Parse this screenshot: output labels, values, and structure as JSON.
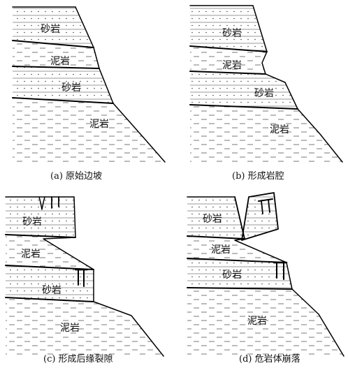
{
  "panels": [
    {
      "id": "a",
      "caption": "(a)  原始边坡",
      "labels": [
        "砂岩",
        "泥岩",
        "砂岩",
        "泥岩"
      ]
    },
    {
      "id": "b",
      "caption": "(b)  形成岩腔",
      "labels": [
        "砂岩",
        "泥岩",
        "砂岩",
        "泥岩"
      ]
    },
    {
      "id": "c",
      "caption": "(c) 形成后缘裂隙",
      "labels": [
        "砂岩",
        "泥岩",
        "砂岩",
        "泥岩"
      ]
    },
    {
      "id": "d",
      "caption": "(d) 危岩体崩落",
      "labels": [
        "砂岩",
        "泥岩",
        "砂岩",
        "泥岩"
      ]
    }
  ]
}
